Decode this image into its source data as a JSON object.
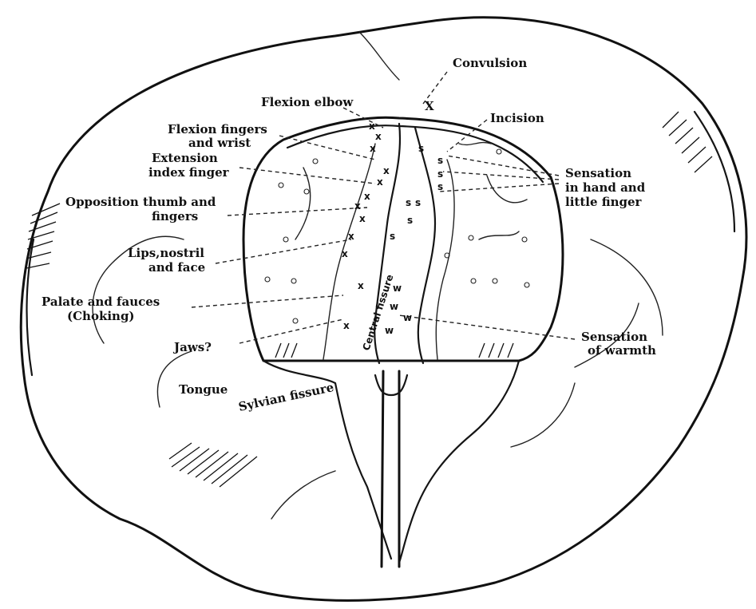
{
  "labels": {
    "convulsion": "Convulsion",
    "flexion_elbow": "Flexion elbow",
    "flexion_fingers_1": "Flexion fingers",
    "flexion_fingers_2": "and wrist",
    "extension_1": "Extension",
    "extension_2": "index finger",
    "opposition_1": "Opposition thumb and",
    "opposition_2": "fingers",
    "lips_1": "Lips,nostril",
    "lips_2": "and face",
    "palate_1": "Palate and fauces",
    "palate_2": "(Choking)",
    "jaws": "Jaws?",
    "tongue": "Tongue",
    "sylvian": "Sylvian fissure",
    "incision": "Incision",
    "sensation_hand_1": "Sensation",
    "sensation_hand_2": "in hand and",
    "sensation_hand_3": "little finger",
    "sensation_warmth_1": "Sensation",
    "sensation_warmth_2": "of warmth",
    "central_fissure": "Central fissure"
  },
  "markers": {
    "motor": "x",
    "sensory": "s",
    "warmth": "w",
    "convulsion_mark": "X"
  }
}
